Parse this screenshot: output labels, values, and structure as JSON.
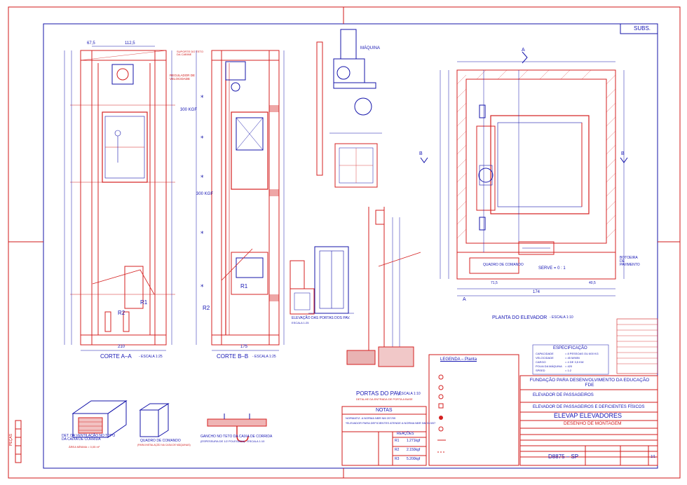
{
  "revision_block": {
    "label": "SUBS."
  },
  "sections": {
    "corte_aa": {
      "title": "CORTE A–A",
      "scale": "- ESCALA 1:25",
      "width_label": "210",
      "top_dims": [
        "67,5",
        "112,5"
      ],
      "rails": [
        "R2",
        "R1"
      ],
      "note": "SUPORTE DO TETO\nDA CABINE",
      "regulator": "REGULADOR DE\nVELOCIDADE"
    },
    "corte_bb": {
      "title": "CORTE B–B",
      "scale": "- ESCALA 1:25",
      "width_label": "175",
      "load_labels": [
        "300 KGF",
        "300 KGF"
      ],
      "rails": [
        "R2",
        "R1"
      ]
    },
    "elevacao": {
      "title": "ELEVAÇÃO DAS PORTAS DOS PAV.",
      "scale": "ESCALA 1:25"
    },
    "portas": {
      "title": "PORTAS DO PAV.",
      "scale": "- ESCALA 1:10",
      "subtitle": "DETALHE DA ENTRADA DE PORTA A BASE"
    },
    "planta": {
      "title": "PLANTA DO ELEVADOR",
      "scale": "- ESCALA 1:10",
      "maquina": "MÁQUINA",
      "section_markers": [
        "A",
        "A",
        "B",
        "B"
      ],
      "serve": "SERVE = 0 : 1",
      "quadro": "QUADRO DE COMANDO",
      "botoeira": "BOTOEIRA\nDE\nPAVIMENTO",
      "dims": [
        "174",
        "71,5",
        "40,5"
      ]
    },
    "ventilacao": {
      "title": "DET. DA VENTILAÇÃO NO TOPO\nDA CAIXA DE CORRIDA",
      "sub": "ÁREA MÍNIMA = 0,05 m²"
    },
    "quadro_cmd": {
      "title": "QUADRO DE COMANDO",
      "sub": "(PARA INSTALAÇÃO NA CASA DE MÁQUINAS)"
    },
    "gancho": {
      "title": "GANCHO NO TETO DA CAIXA DE CORRIDA",
      "sub": "(ESPESSURA DE 1/2 POLEGADA) - ESCALA 1:10"
    }
  },
  "notes": {
    "header": "NOTAS",
    "lines": [
      "NORMATIZ. A NORMA NBR NM 207/99",
      "*ELEVADOR PARA DEFICIENTES ATENDE A NORMA NBR NM 313/07"
    ],
    "reacoes_header": "REAÇÕES",
    "reacoes": [
      {
        "label": "R1",
        "value": "1.271kgf"
      },
      {
        "label": "R2",
        "value": "2.150kgf"
      },
      {
        "label": "R3",
        "value": "5.200kgf"
      }
    ]
  },
  "legenda": {
    "title": "LEGENDA – Planta"
  },
  "especificacao": {
    "title": "ESPECIFICAÇÃO",
    "rows": [
      {
        "k": "CAPACIDADE",
        "v": "= 8 PESSOAS OU 600 KG"
      },
      {
        "k": "VELOCIDADE",
        "v": "= 45 M/MIN"
      },
      {
        "k": "CARGO",
        "v": "= 4 DE 3,5 KW"
      },
      {
        "k": "POLIA DA MÁQUINA",
        "v": "= 420"
      },
      {
        "k": "SPEED",
        "v": "= 1:2"
      }
    ]
  },
  "title_block": {
    "client": "FUNDAÇÃO PARA DESENVOLVIMENTO DA EDUCAÇÃO\nFDE",
    "product": "ELEVADOR DE PASSAGEIROS",
    "subtitle": "ELEVADOR DE PASSAGEIROS E DEFICIENTES FÍSICOS",
    "company": "ELEVAP ELEVADORES",
    "drawing": "DESENHO DE MONTAGEM",
    "code": "D8875 – SP",
    "sheet": "1/1"
  },
  "side_label": "PEÇAS",
  "colors": {
    "frame": "#d01818",
    "text": "#1616b4",
    "line_red": "#d42020",
    "line_blue": "#1414aa"
  }
}
